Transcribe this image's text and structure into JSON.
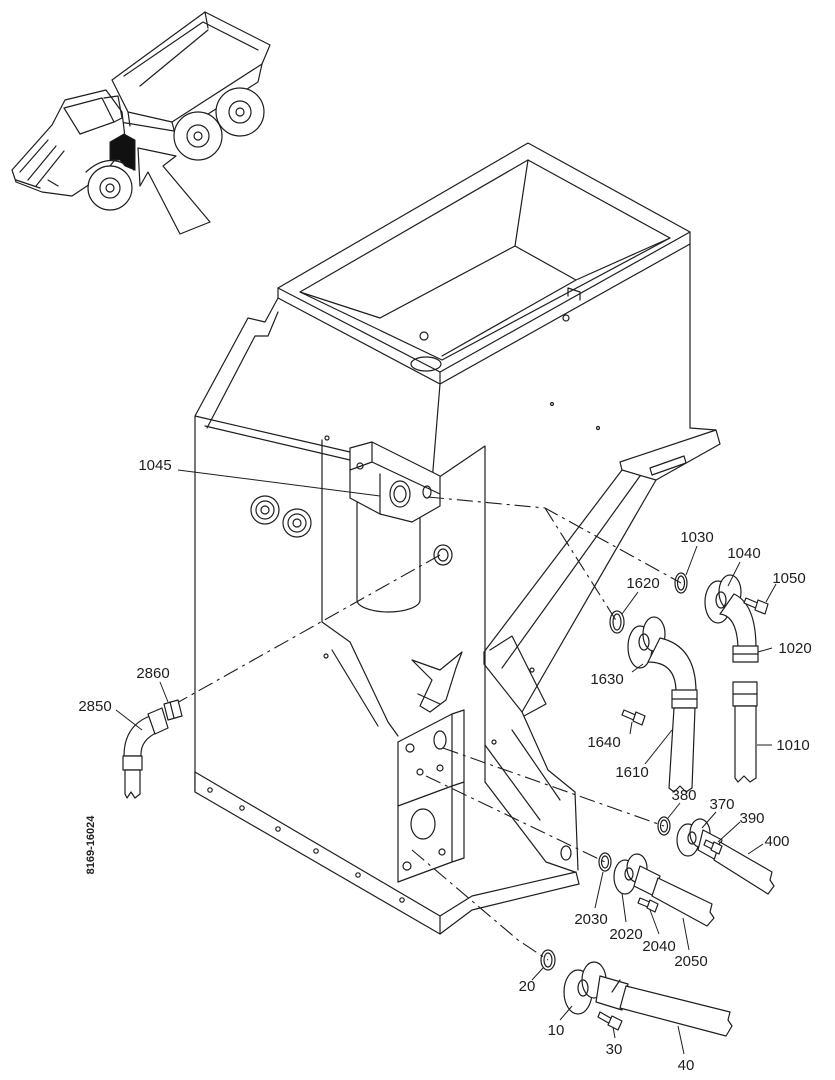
{
  "part_numbers": {
    "p1045": "1045",
    "p1030": "1030",
    "p1040": "1040",
    "p1050": "1050",
    "p1620": "1620",
    "p1020": "1020",
    "p1630": "1630",
    "p1640": "1640",
    "p1610": "1610",
    "p1010": "1010",
    "p2860": "2860",
    "p2850": "2850",
    "p380": "380",
    "p370": "370",
    "p390": "390",
    "p400": "400",
    "p2030": "2030",
    "p2020": "2020",
    "p2040": "2040",
    "p2050": "2050",
    "p20": "20",
    "p10": "10",
    "p30": "30",
    "p40": "40"
  },
  "drawing_number": "8169-16024",
  "colors": {
    "line": "#1e1e1e",
    "background": "#ffffff",
    "highlight": "#111111"
  }
}
